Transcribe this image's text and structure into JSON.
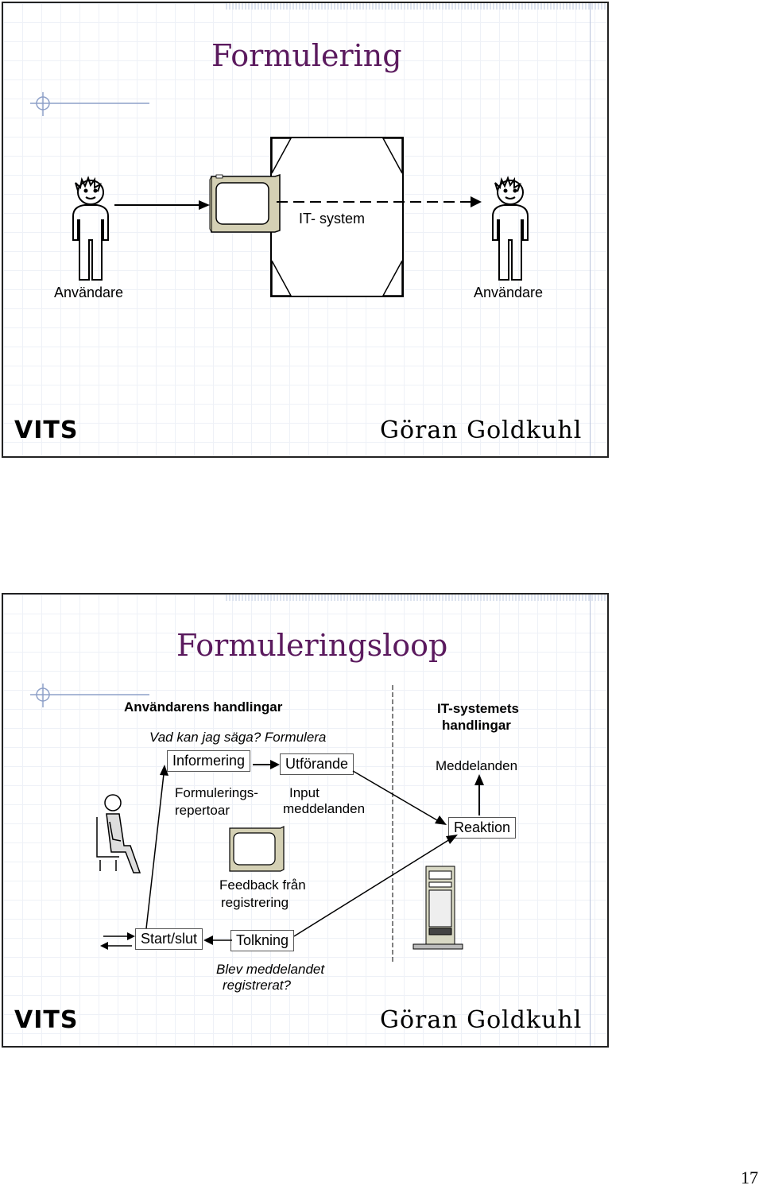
{
  "slide1": {
    "title": "Formulering",
    "user_left_label": "Användare",
    "user_right_label": "Användare",
    "system_label": "IT- system",
    "footer_left": "VITS",
    "footer_right": "Göran Goldkuhl"
  },
  "slide2": {
    "title": "Formuleringsloop",
    "user_actions_heading": "Användarens handlingar",
    "question_label": "Vad kan jag säga? Formulera",
    "informering_label": "Informering",
    "utforande_label": "Utförande",
    "repertoar_line1": "Formulerings-",
    "repertoar_line2": "repertoar",
    "input_line1": "Input",
    "input_line2": "meddelanden",
    "system_heading_line1": "IT-systemets",
    "system_heading_line2": "handlingar",
    "meddelanden_label": "Meddelanden",
    "reaktion_label": "Reaktion",
    "feedback_line1": "Feedback från",
    "feedback_line2": "registrering",
    "start_slut_label": "Start/slut",
    "tolkning_label": "Tolkning",
    "registered_line1": "Blev meddelandet",
    "registered_line2": "registrerat?",
    "footer_left": "VITS",
    "footer_right": "Göran Goldkuhl"
  },
  "page_number": "17"
}
